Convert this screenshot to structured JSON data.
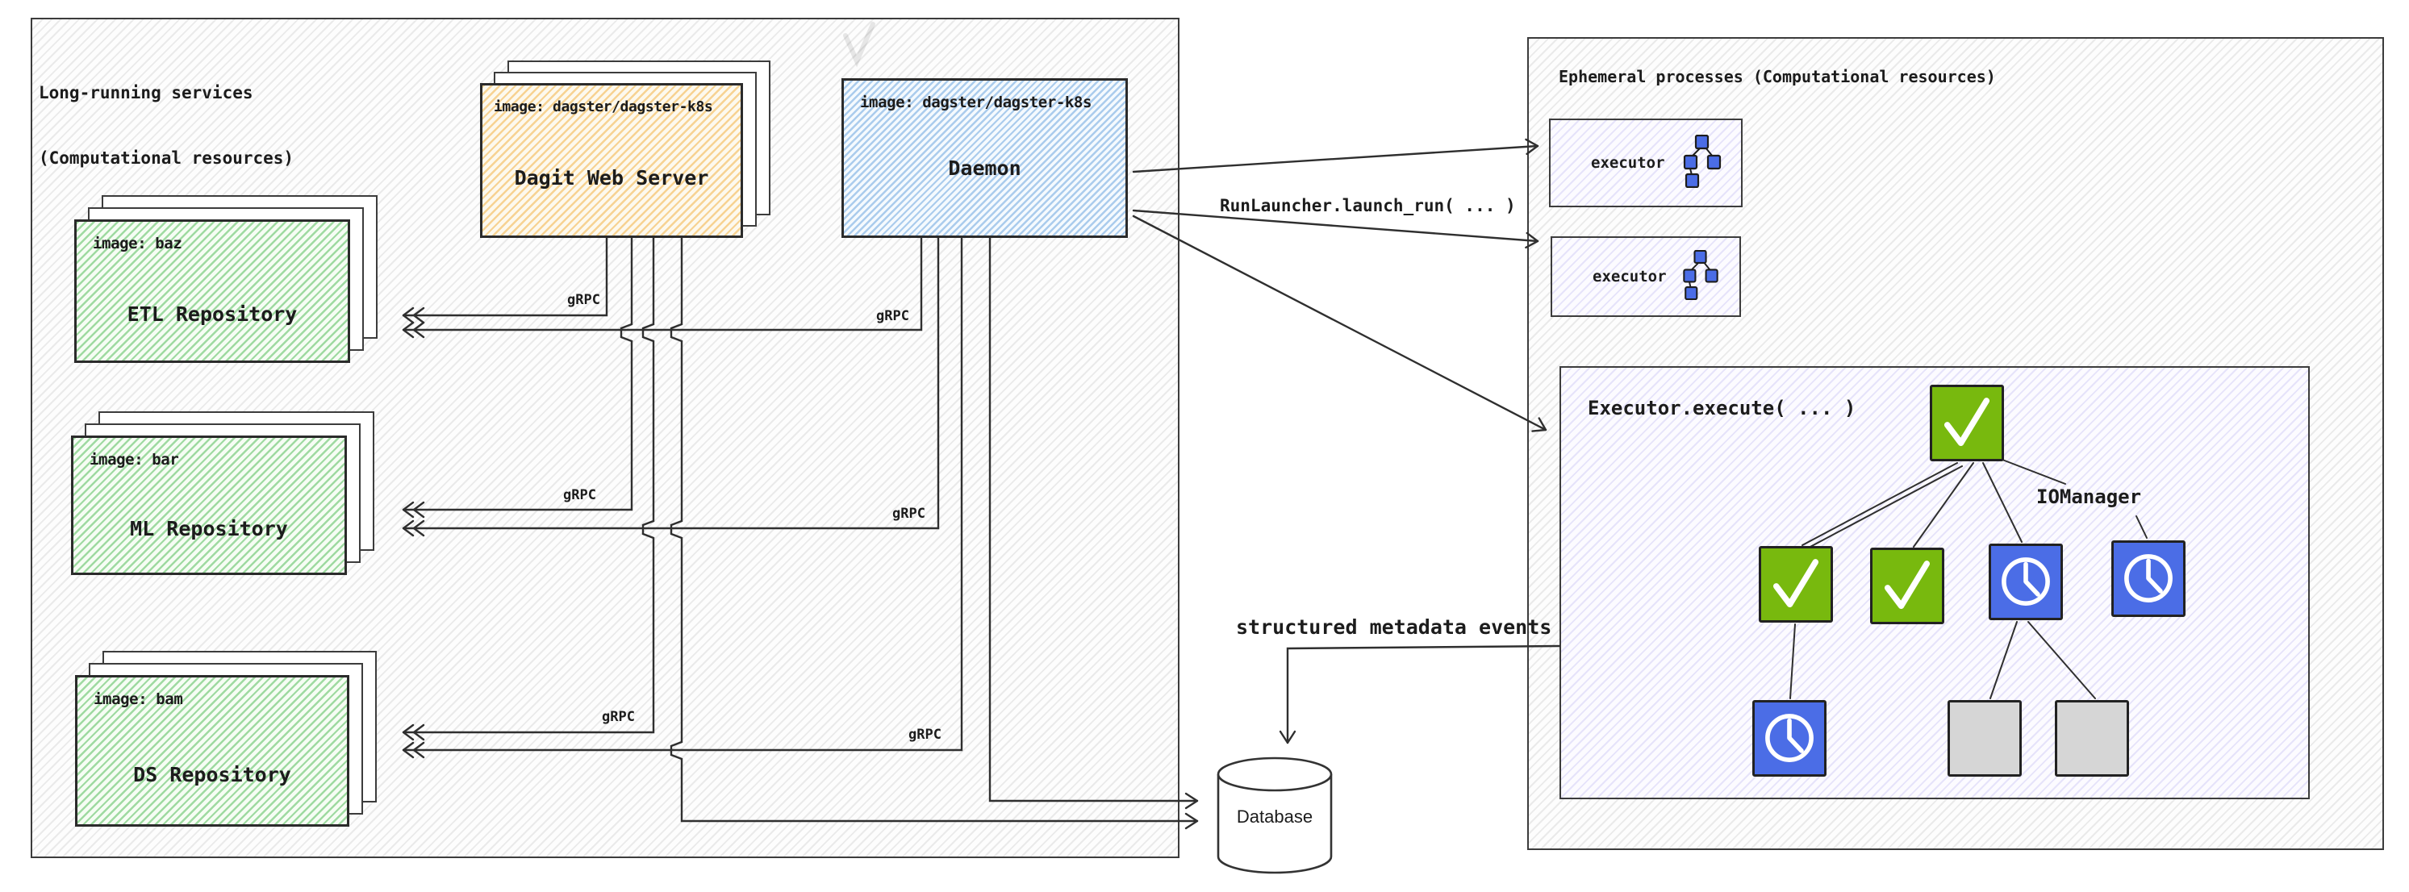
{
  "left_panel": {
    "title_line1": "Long-running services",
    "title_line2": "(Computational resources)",
    "dagit": {
      "image_label": "image: dagster/dagster-k8s",
      "title": "Dagit Web Server"
    },
    "daemon": {
      "image_label": "image: dagster/dagster-k8s",
      "title": "Daemon"
    },
    "repositories": [
      {
        "image_label": "image: baz",
        "title": "ETL Repository"
      },
      {
        "image_label": "image: bar",
        "title": "ML Repository"
      },
      {
        "image_label": "image: bam",
        "title": "DS Repository"
      }
    ]
  },
  "right_panel": {
    "title": "Ephemeral processes (Computational resources)",
    "executors": [
      {
        "label": "executor"
      },
      {
        "label": "executor"
      }
    ],
    "execute_box": {
      "title": "Executor.execute( ... )",
      "io_manager_label": "IOManager"
    }
  },
  "connections": {
    "grpc_label": "gRPC",
    "run_launcher_label": "RunLauncher.launch_run( ... )",
    "metadata_label": "structured metadata events"
  },
  "database": {
    "label": "Database"
  },
  "colors": {
    "task_success_green": "#78b90e",
    "task_scheduled_blue": "#4b6de6",
    "task_pending_gray": "#d6d6d6",
    "dagit_hatch_orange": "#f3bb59",
    "daemon_hatch_blue": "#7dafe2",
    "repo_hatch_green": "#57be5d",
    "executor_hatch_lavender": "#8c82e6",
    "line_ink": "#2f2f2f"
  }
}
